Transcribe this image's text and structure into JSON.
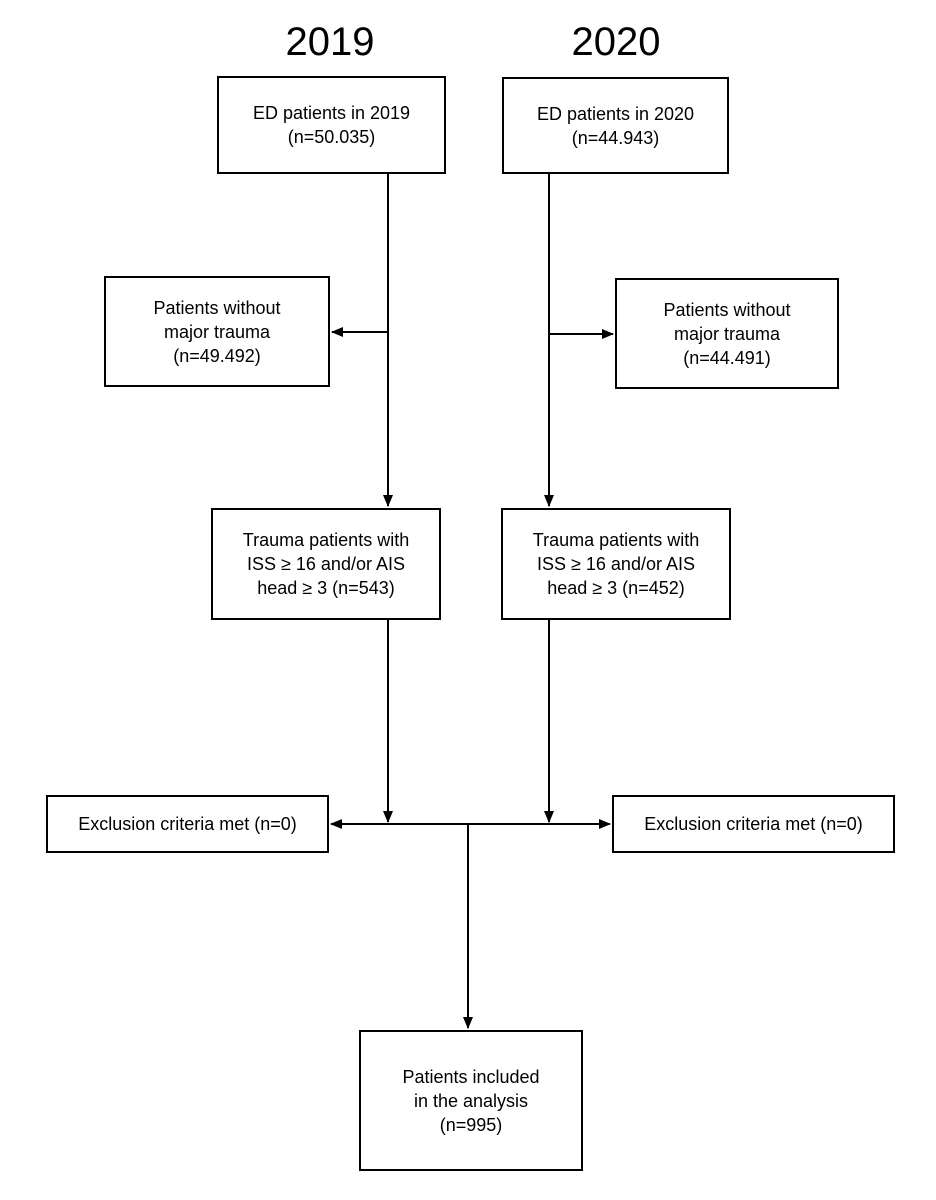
{
  "years": {
    "left": "2019",
    "right": "2020"
  },
  "boxes": {
    "ed_2019": {
      "line1": "ED patients in 2019",
      "line2": "(n=50.035)"
    },
    "ed_2020": {
      "line1": "ED patients in 2020",
      "line2": "(n=44.943)"
    },
    "no_major_2019": {
      "line1": "Patients without",
      "line2": "major trauma",
      "line3": "(n=49.492)"
    },
    "no_major_2020": {
      "line1": "Patients without",
      "line2": "major trauma",
      "line3": "(n=44.491)"
    },
    "trauma_2019": {
      "line1": "Trauma patients with",
      "line2": "ISS ≥ 16 and/or AIS",
      "line3": "head ≥ 3 (n=543)"
    },
    "trauma_2020": {
      "line1": "Trauma patients with",
      "line2": "ISS ≥ 16 and/or AIS",
      "line3": "head ≥ 3 (n=452)"
    },
    "exclusion_left": {
      "line1": "Exclusion criteria met (n=0)"
    },
    "exclusion_right": {
      "line1": "Exclusion criteria met (n=0)"
    },
    "included": {
      "line1": "Patients included",
      "line2": "in the analysis",
      "line3": "(n=995)"
    }
  },
  "colors": {
    "line": "#000000",
    "box_border": "#000000",
    "background": "#ffffff"
  }
}
